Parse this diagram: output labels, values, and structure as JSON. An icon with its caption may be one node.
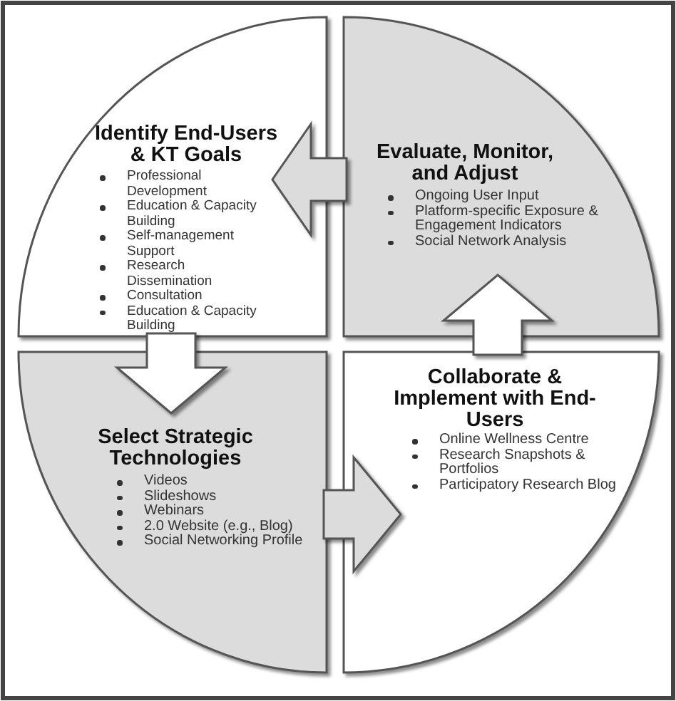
{
  "diagram": {
    "nodes": [
      {
        "text": [
          "Identify End-Users & KT Goals",
          "Professional Development",
          "Education & Capacity Building",
          "Self-management Support",
          "Research Dissemination",
          "Consultation",
          "Education & Capacity Building"
        ]
      },
      {
        "text": [
          "Evaluate, Monitor, and Adjust",
          "Ongoing User Input",
          "Platform-specific Exposure & Engagement Indicators",
          "Social Network Analysis"
        ]
      },
      {
        "text": [
          "Select Strategic Technologies",
          "Videos",
          "Slideshows",
          "Webinars",
          "2.0 Website (e.g., Blog)",
          "Social Networking Profile"
        ]
      },
      {
        "text": [
          "Collaborate & Implement with End-Users",
          "Online Wellness Centre",
          "Research Snapshots & Portfolios",
          "Participatory Research Blog"
        ]
      }
    ],
    "edges": [
      {
        "from": 1,
        "to": 0,
        "arrow": "to"
      },
      {
        "from": 0,
        "to": 2,
        "arrow": "to"
      },
      {
        "from": 2,
        "to": 3,
        "arrow": "to"
      },
      {
        "from": 3,
        "to": 1,
        "arrow": "to"
      }
    ]
  }
}
